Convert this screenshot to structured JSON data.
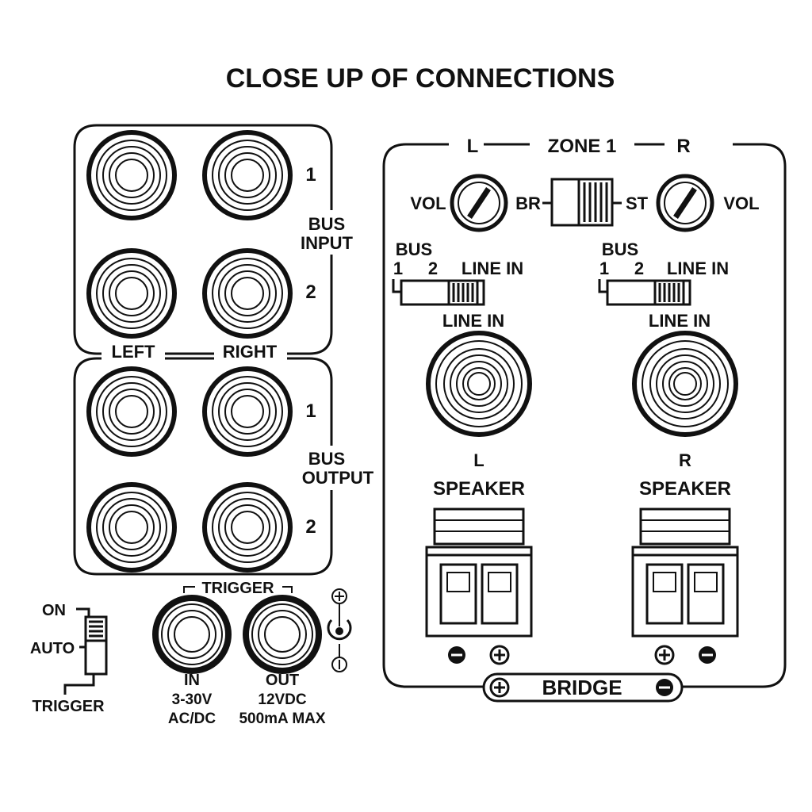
{
  "title": "CLOSE UP OF CONNECTIONS",
  "bus_panel": {
    "bus_input_label": [
      "BUS",
      "INPUT"
    ],
    "bus_output_label": [
      "BUS",
      "OUTPUT"
    ],
    "row_numbers": [
      "1",
      "2",
      "1",
      "2"
    ],
    "left_label": "LEFT",
    "right_label": "RIGHT"
  },
  "zone_panel": {
    "header_left": "L",
    "header_center": "ZONE 1",
    "header_right": "R",
    "vol_left": "VOL",
    "vol_right": "VOL",
    "mode_br": "BR",
    "mode_st": "ST",
    "bus_label": "BUS",
    "bus_pos_1": "1",
    "bus_pos_2": "2",
    "bus_pos_line_in": "LINE IN",
    "line_in_label": "LINE IN",
    "speaker_left_channel": "L",
    "speaker_right_channel": "R",
    "speaker_label": "SPEAKER",
    "bridge_label": "BRIDGE"
  },
  "power_switch": {
    "on": "ON",
    "auto": "AUTO",
    "trigger": "TRIGGER"
  },
  "trigger": {
    "label": "TRIGGER",
    "in_label": "IN",
    "in_spec": [
      "3-30V",
      "AC/DC"
    ],
    "out_label": "OUT",
    "out_spec": [
      "12VDC",
      "500mA MAX"
    ]
  },
  "colors": {
    "ink": "#111111",
    "background": "#ffffff",
    "switch_grip": "#333333"
  }
}
